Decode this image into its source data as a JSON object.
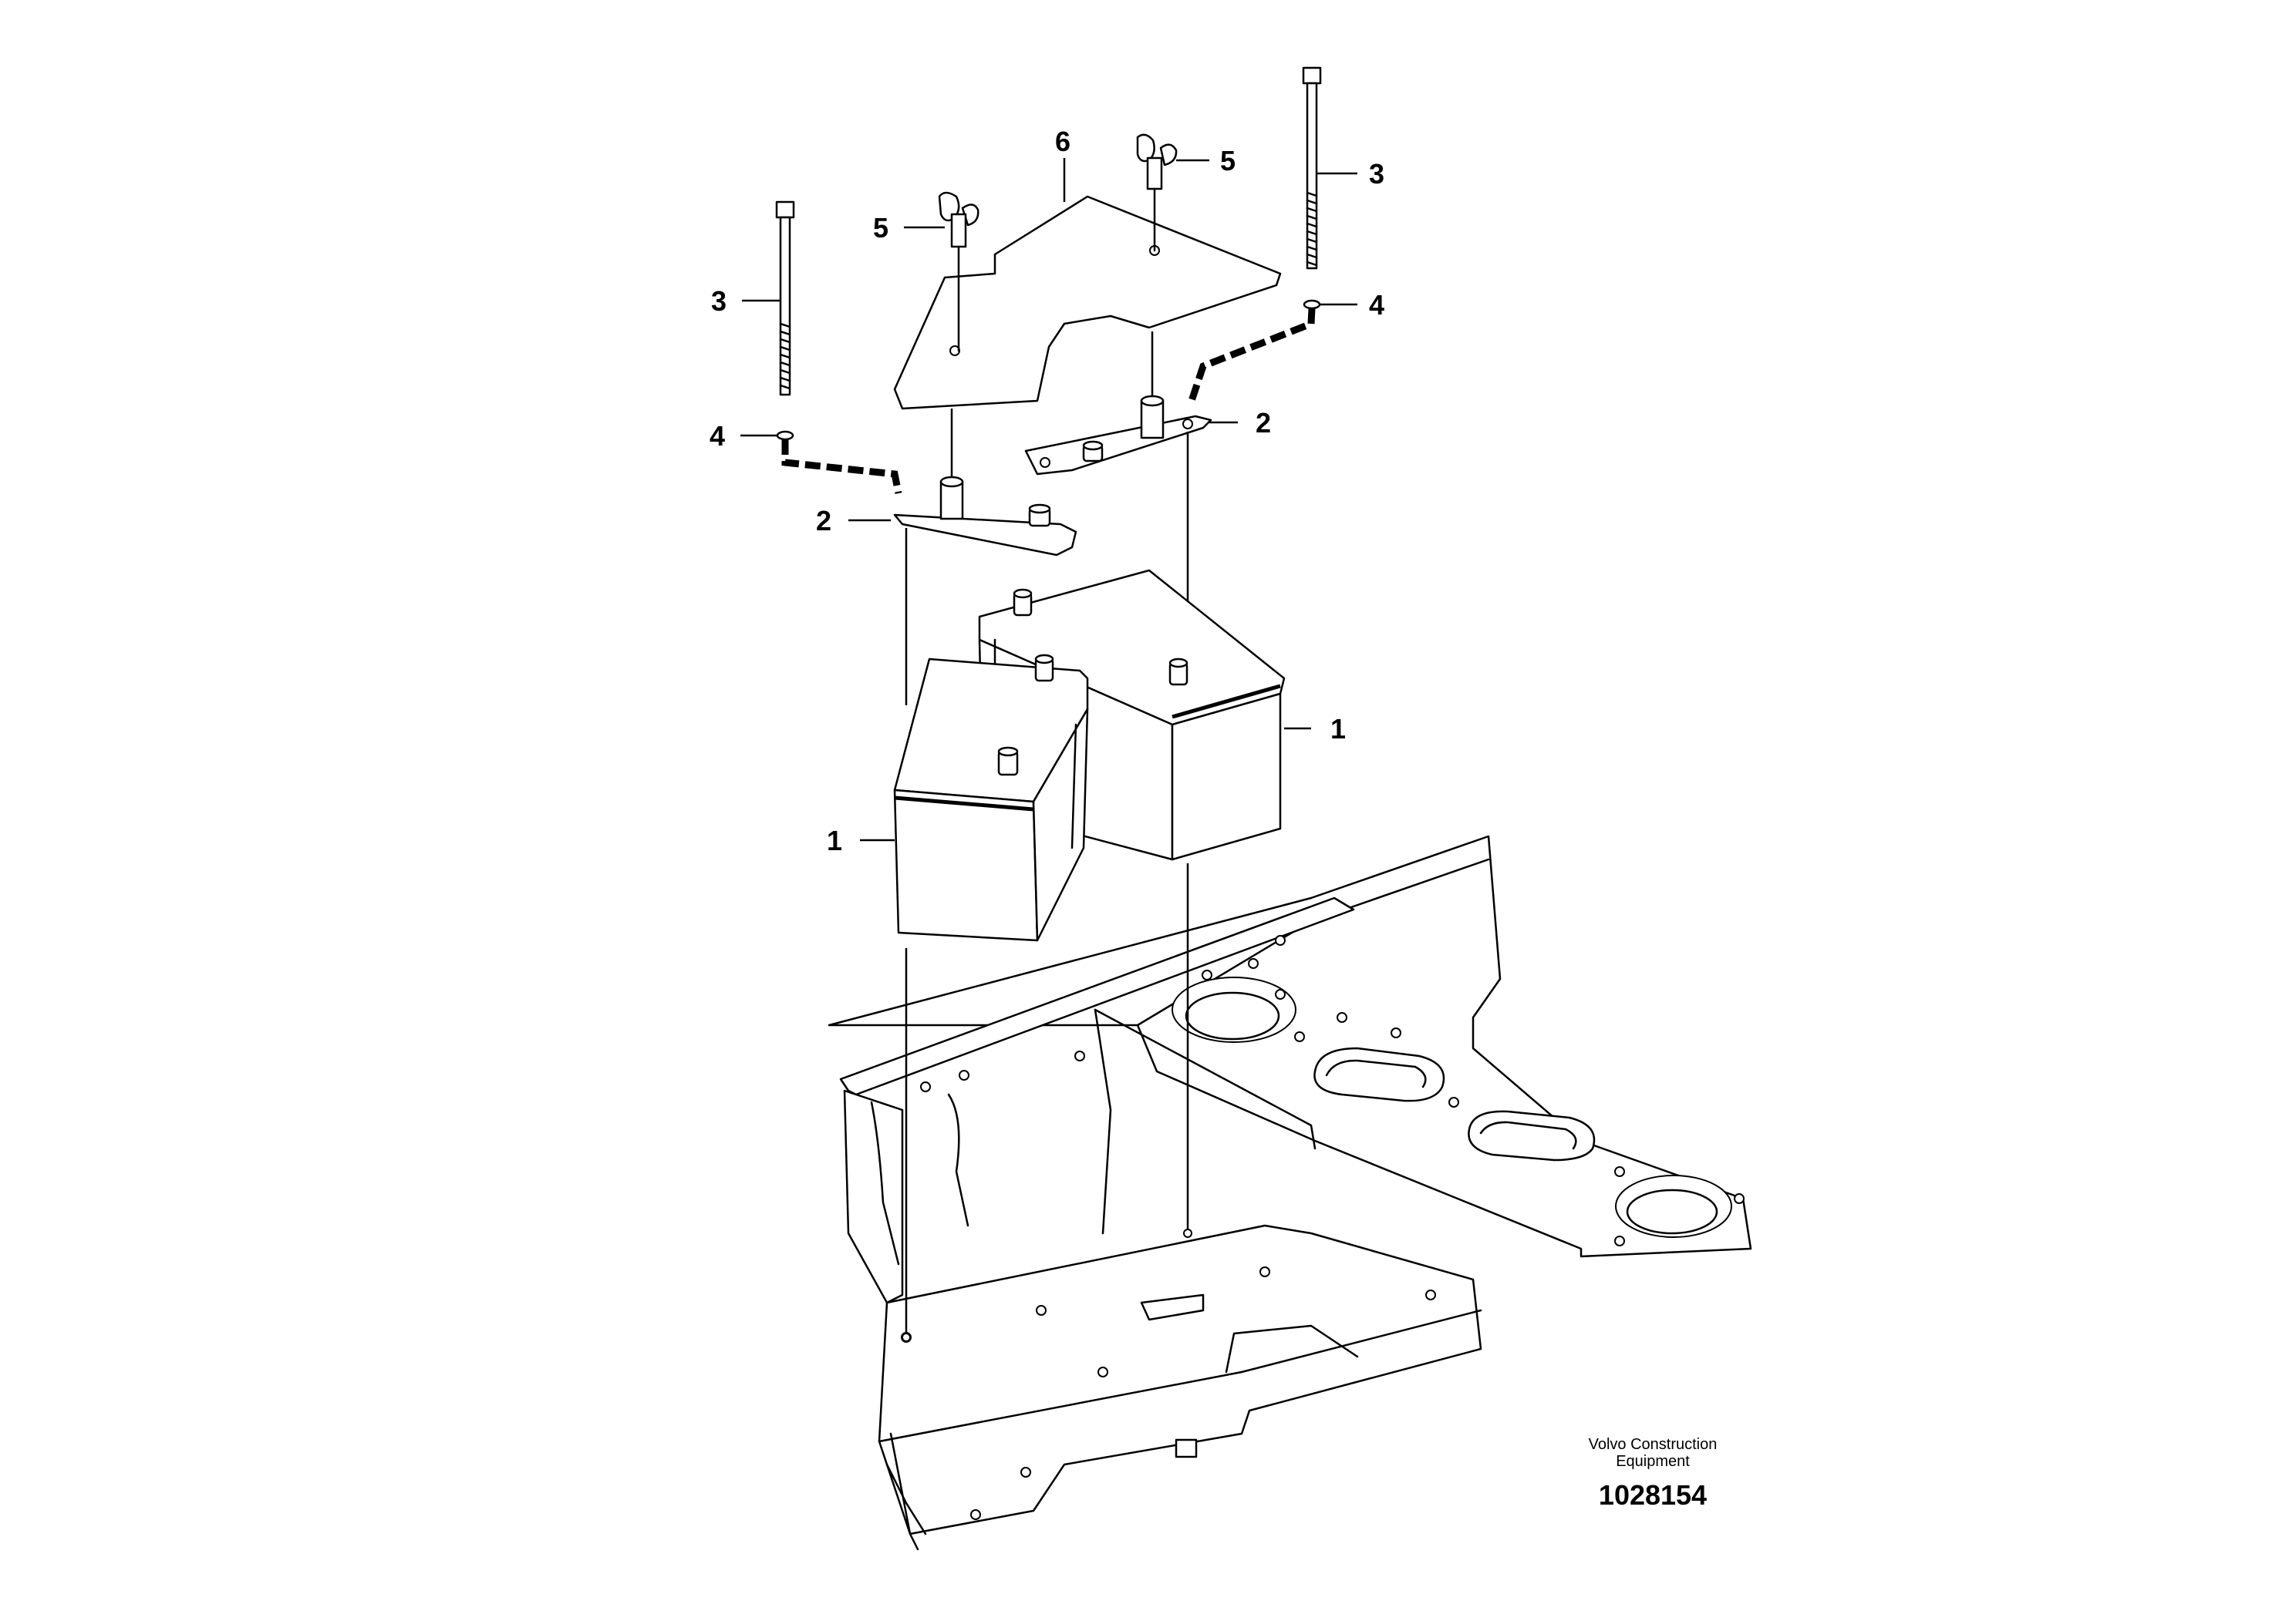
{
  "callouts": {
    "c1a": "1",
    "c1b": "1",
    "c2a": "2",
    "c2b": "2",
    "c3a": "3",
    "c3b": "3",
    "c4a": "4",
    "c4b": "4",
    "c5a": "5",
    "c5b": "5",
    "c6": "6"
  },
  "footer": {
    "brand_line1": "Volvo Construction",
    "brand_line2": "Equipment",
    "doc_number": "1028154"
  }
}
